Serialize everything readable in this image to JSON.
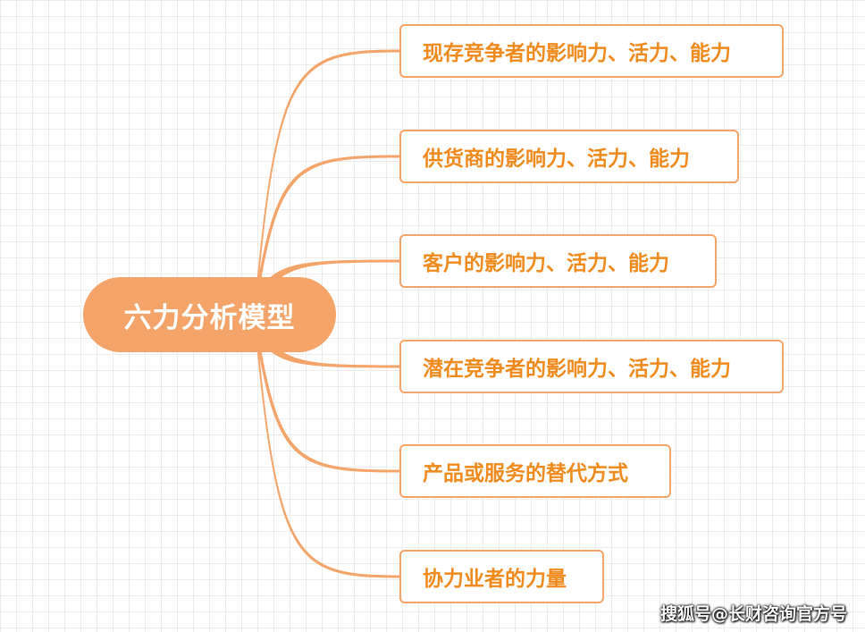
{
  "root": {
    "label": "六力分析模型"
  },
  "branches": [
    {
      "label": "现存竞争者的影响力、活力、能力"
    },
    {
      "label": "供货商的影响力、活力、能力"
    },
    {
      "label": "客户的影响力、活力、能力"
    },
    {
      "label": "潜在竞争者的影响力、活力、能力"
    },
    {
      "label": "产品或服务的替代方式"
    },
    {
      "label": "协力业者的力量"
    }
  ],
  "watermark": "搜狐号@长财咨询官方号",
  "colors": {
    "accent": "#f4a469",
    "branch_text": "#f08a1c",
    "root_text": "#ffffff"
  }
}
